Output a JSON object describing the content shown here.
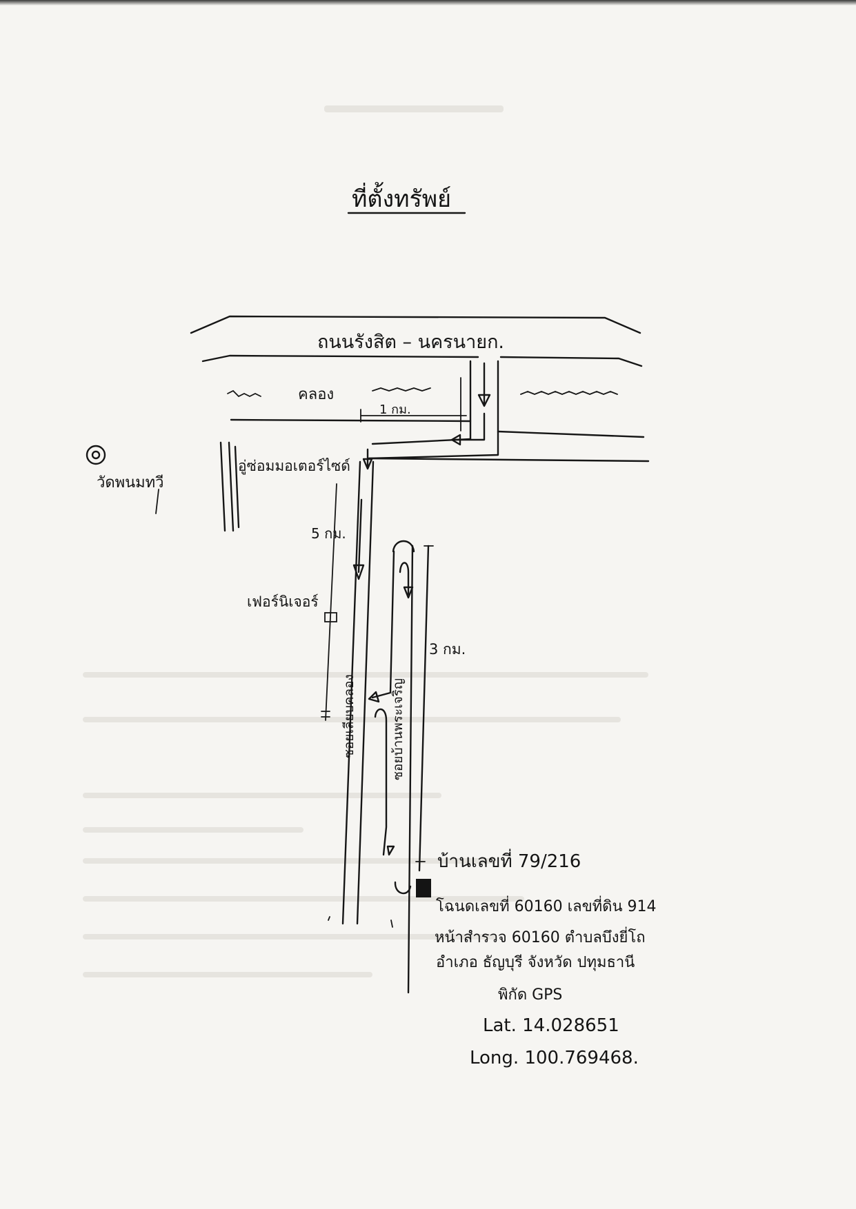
{
  "title": "ที่ตั้งทรัพย์",
  "roads": {
    "main_road": "ถนนรังสิต – นครนายก.",
    "canal": "คลอง",
    "distance_main": "1 กม.",
    "distance_side_short": "5 กม.",
    "distance_side_long": "3 กม.",
    "soi_left": "ซอยเลียบคลอง",
    "soi_right": "ซอยบ้านพระเจริญ"
  },
  "landmarks": {
    "temple": "วัดพนมทวี",
    "garage": "อู่ซ่อมมอเตอร์ไซด์",
    "curtain_shop": "เฟอร์นิเจอร์"
  },
  "property": {
    "house_no": "บ้านเลขที่ 79/216",
    "address_line_1": "โฉนดเลขที่ 60160 เลขที่ดิน 914",
    "address_line_2": "หน้าสำรวจ 60160 ตำบลบึงยี่โถ",
    "address_line_3": "อำเภอ ธัญบุรี จังหวัด ปทุมธานี",
    "gps_label": "พิกัด GPS",
    "lat": "Lat. 14.028651",
    "long": "Long. 100.769468."
  },
  "icons": {
    "temple_symbol": "bullseye-icon",
    "direction_arrow": "down-arrow-icon",
    "house_marker": "house-block-icon"
  }
}
